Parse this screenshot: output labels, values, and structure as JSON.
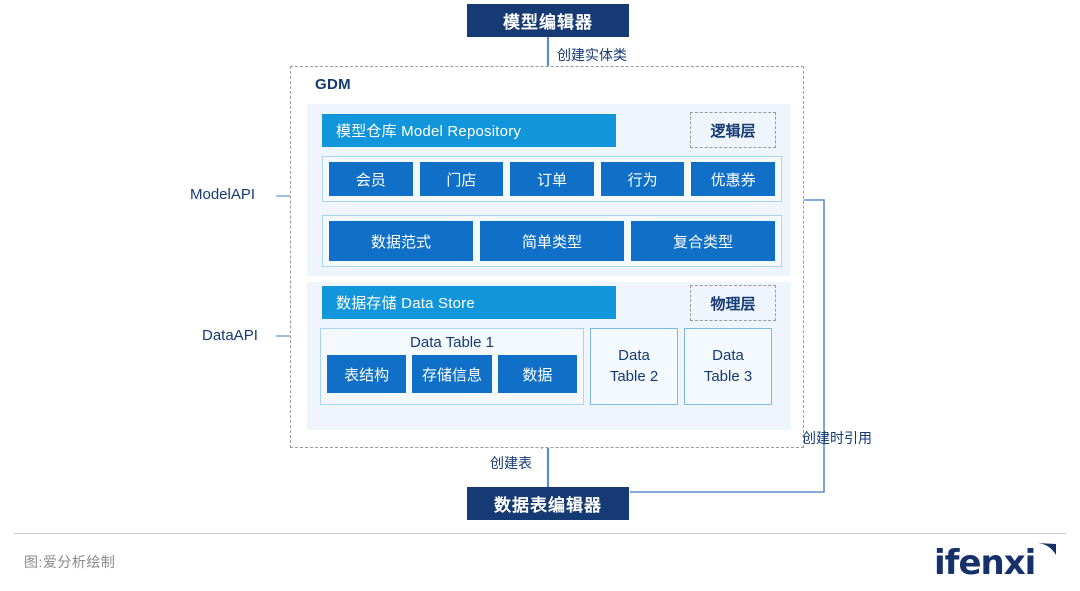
{
  "diagram": {
    "top_editor": {
      "label": "模型编辑器"
    },
    "top_edge_label": "创建实体类",
    "bottom_editor": {
      "label": "数据表编辑器"
    },
    "bottom_edge_label": "创建表",
    "right_edge_label": "创建时引用",
    "container": {
      "label": "GDM"
    },
    "side_labels": {
      "model_api": "ModelAPI",
      "data_api": "DataAPI"
    },
    "logical_layer": {
      "badge": "逻辑层",
      "header": "模型仓库 Model Repository",
      "entity_tiles": [
        "会员",
        "门店",
        "订单",
        "行为",
        "优惠券"
      ],
      "type_tiles": [
        "数据范式",
        "简单类型",
        "复合类型"
      ]
    },
    "physical_layer": {
      "badge": "物理层",
      "header": "数据存储 Data Store",
      "data_table_1": {
        "title": "Data Table 1",
        "tiles": [
          "表结构",
          "存储信息",
          "数据"
        ]
      },
      "data_table_2": {
        "line1": "Data",
        "line2": "Table 2"
      },
      "data_table_3": {
        "line1": "Data",
        "line2": "Table 3"
      }
    }
  },
  "footer": {
    "credit": "图:爱分析绘制",
    "logo_text": "ifenxi"
  },
  "colors": {
    "navy": "#153A74",
    "bright_blue": "#1296db",
    "tile_blue": "#1070c8",
    "panel_bg": "#eef5fc",
    "connector": "#5b8fd0"
  }
}
